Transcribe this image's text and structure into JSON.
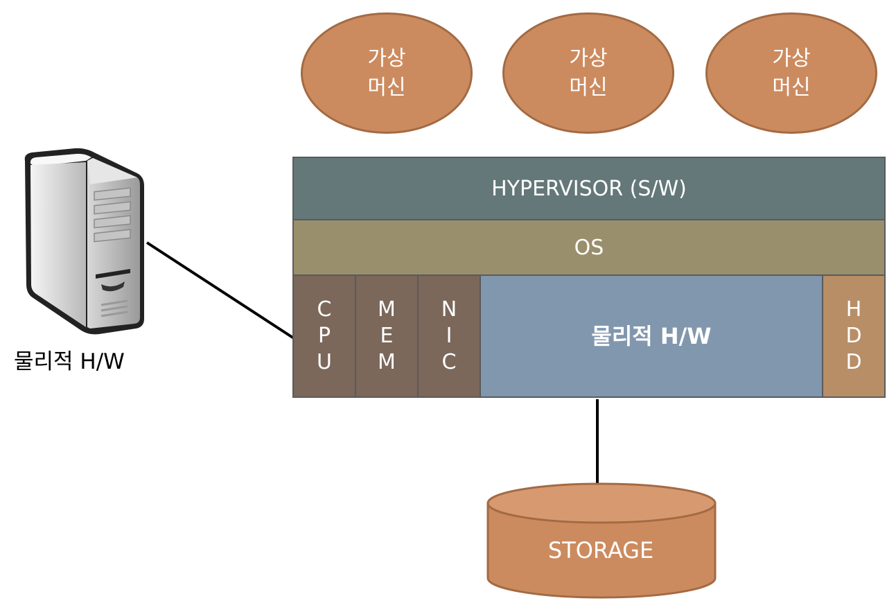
{
  "virtual_machines": [
    {
      "line1": "가상",
      "line2": "머신"
    },
    {
      "line1": "가상",
      "line2": "머신"
    },
    {
      "line1": "가상",
      "line2": "머신"
    }
  ],
  "hypervisor_label": "HYPERVISOR (S/W)",
  "os_label": "OS",
  "hardware": {
    "cpu": [
      "C",
      "P",
      "U"
    ],
    "mem": [
      "M",
      "E",
      "M"
    ],
    "nic": [
      "N",
      "I",
      "C"
    ],
    "physical_label": "물리적 H/W",
    "hdd": [
      "H",
      "D",
      "D"
    ]
  },
  "server_label": "물리적 H/W",
  "storage_label": "STORAGE",
  "colors": {
    "vm": "#cc8b5f",
    "hypervisor": "#657879",
    "os": "#9a8f6d",
    "components": "#7b685b",
    "physical": "#8197ad",
    "hdd": "#b88e67",
    "storage": "#cc8b5f"
  }
}
